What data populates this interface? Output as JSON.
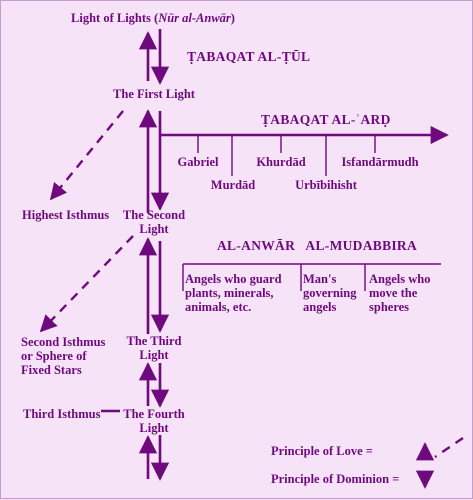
{
  "nodes": {
    "light_of_lights_prefix": "Light of Lights (",
    "light_of_lights_italic": "Nūr al-Anwār",
    "light_of_lights_suffix": ")",
    "first_light": "The First Light",
    "second_light": "The Second\nLight",
    "third_light": "The Third\nLight",
    "fourth_light": "The Fourth\nLight",
    "highest_isthmus": "Highest Isthmus",
    "second_isthmus": "Second Isthmus\nor Sphere of\nFixed Stars",
    "third_isthmus": "Third Isthmus"
  },
  "headings": {
    "tabaqat_al_tul": "ṬABAQAT AL-ṬŪL",
    "tabaqat_al_ard": "ṬABAQAT AL-ʿARḌ",
    "al_anwar": "AL-ANWĀR   AL-MUDABBIRA"
  },
  "archetypes": [
    "Gabriel",
    "Murdād",
    "Khurdād",
    "Urbībihisht",
    "Isfandārmudh"
  ],
  "governing": [
    "Angels who guard\nplants, minerals,\nanimals, etc.",
    "Man's\ngoverning\nangels",
    "Angels who\nmove the\nspheres"
  ],
  "legend": {
    "love": "Principle of Love =",
    "dominion": "Principle of Dominion ="
  },
  "colors": {
    "ink": "#6e0a7d",
    "background": "#f6e3f7"
  }
}
